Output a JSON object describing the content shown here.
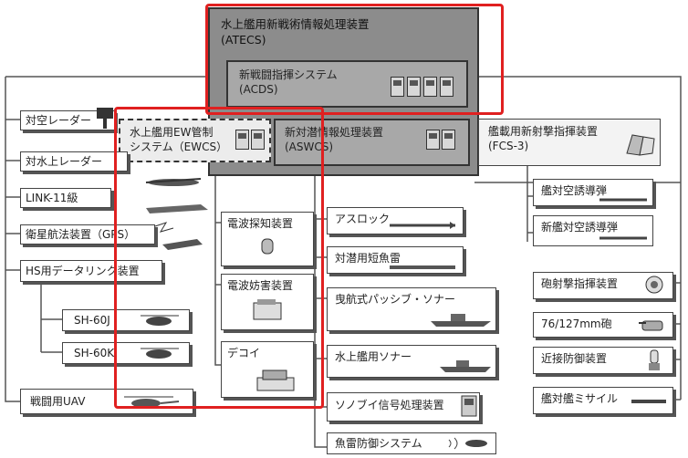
{
  "atecs": {
    "title": "水上艦用新戦術情報処理装置",
    "abbr": "(ATECS)"
  },
  "acds": {
    "title": "新戦闘指揮システム",
    "abbr": "(ACDS)"
  },
  "ewcs": {
    "title": "水上艦用EW管制",
    "abbr": "システム（EWCS）"
  },
  "aswcs": {
    "title": "新対潜情報処理装置",
    "abbr": "(ASWCS)"
  },
  "fcs3": {
    "title": "艦載用新射撃指揮装置",
    "abbr": "(FCS-3)"
  },
  "left_items": [
    "対空レーダー",
    "対水上レーダー",
    "LINK-11級",
    "衛星航法装置（GPS）",
    "HS用データリンク装置"
  ],
  "helicopters": [
    "SH-60J",
    "SH-60K"
  ],
  "uav": "戦闘用UAV",
  "ew_items": [
    "電波探知装置",
    "電波妨害装置",
    "デコイ"
  ],
  "asw_items": [
    "アスロック",
    "対潜用短魚雷",
    "曳航式パッシブ・ソナー",
    "水上艦用ソナー",
    "ソノブイ信号処理装置",
    "魚雷防御システム"
  ],
  "fcs_items": [
    "艦対空誘導弾",
    "新艦対空誘導弾"
  ],
  "gun_items": [
    "砲射撃指揮装置",
    "76/127mm砲",
    "近接防御装置",
    "艦対艦ミサイル"
  ],
  "colors": {
    "highlight": "#e02020",
    "dark_box": "#8c8c8c",
    "mid_box": "#a8a8a8"
  }
}
